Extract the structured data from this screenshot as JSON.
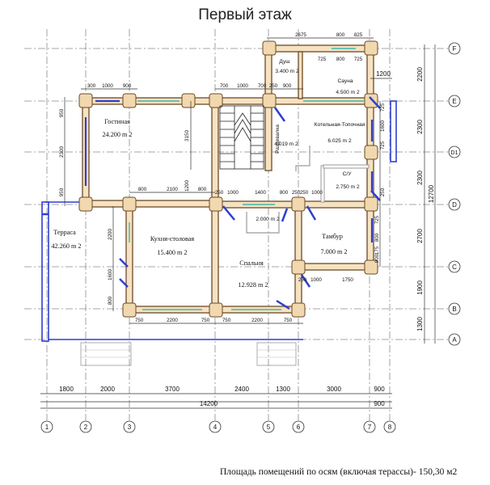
{
  "title": "Первый этаж",
  "footer_note": "Площадь помещений по осям (включая терассы)- 150,30 м2",
  "rooms": [
    {
      "name": "Гостиная",
      "area": "24.200 m 2"
    },
    {
      "name": "Терраса",
      "area": "42.260 m 2"
    },
    {
      "name": "Кухня-столовая",
      "area": "15.400 m 2"
    },
    {
      "name": "Спальня",
      "area": "12.928 m 2"
    },
    {
      "name": "Тамбур",
      "area": "7.000 m 2"
    },
    {
      "name": "Котельная-Топочная",
      "area": "6.025 m 2"
    },
    {
      "name": "Раздевалка",
      "area": "4.019 m 2"
    },
    {
      "name": "Душ",
      "area": "3.400 m 2"
    },
    {
      "name": "Сауна",
      "area": "4.500 m 2"
    },
    {
      "name": "С/У",
      "area": "2.750 m 2"
    },
    {
      "name": "",
      "area": "2.000 m 2"
    }
  ],
  "axes": {
    "vertical": [
      "1",
      "2",
      "3",
      "4",
      "5",
      "6",
      "7",
      "8"
    ],
    "horizontal": [
      "F",
      "E",
      "D1",
      "D",
      "C",
      "B",
      "A"
    ]
  },
  "bottom_dims": {
    "spans": [
      "1800",
      "2000",
      "3700",
      "2400",
      "1300",
      "3000",
      "900"
    ],
    "total": "14200",
    "extra": "900"
  },
  "right_dims": {
    "spans": [
      "2200",
      "2300",
      "2300",
      "2700",
      "1900",
      "1300"
    ],
    "total": "12700"
  },
  "small_dims": {
    "top_sauna": [
      "2675",
      "800",
      "825"
    ],
    "sauna_inner": [
      "725",
      "800",
      "725"
    ],
    "gostinaya_top": [
      "300",
      "1000",
      "900"
    ],
    "rasdevalka_top": [
      "700",
      "1000",
      "700",
      "250",
      "900"
    ],
    "right_1200": "1200",
    "gostinaya_left": [
      "950",
      "2300",
      "950"
    ],
    "stair_side": [
      "3150",
      "1200"
    ],
    "kitchen_top": [
      "800",
      "2100",
      "800"
    ],
    "mid_row": [
      "250",
      "1000",
      "1400",
      "800",
      "250",
      "250",
      "1000"
    ],
    "kitchen_left": [
      "2200",
      "1600",
      "800"
    ],
    "bottom_row": [
      "750",
      "2200",
      "750",
      "750",
      "2200",
      "750"
    ],
    "bathroom_door": [
      "250",
      "1000",
      "1750"
    ],
    "right_side": [
      "725",
      "1600",
      "725",
      "250",
      "725",
      "800",
      "175",
      "900"
    ]
  }
}
